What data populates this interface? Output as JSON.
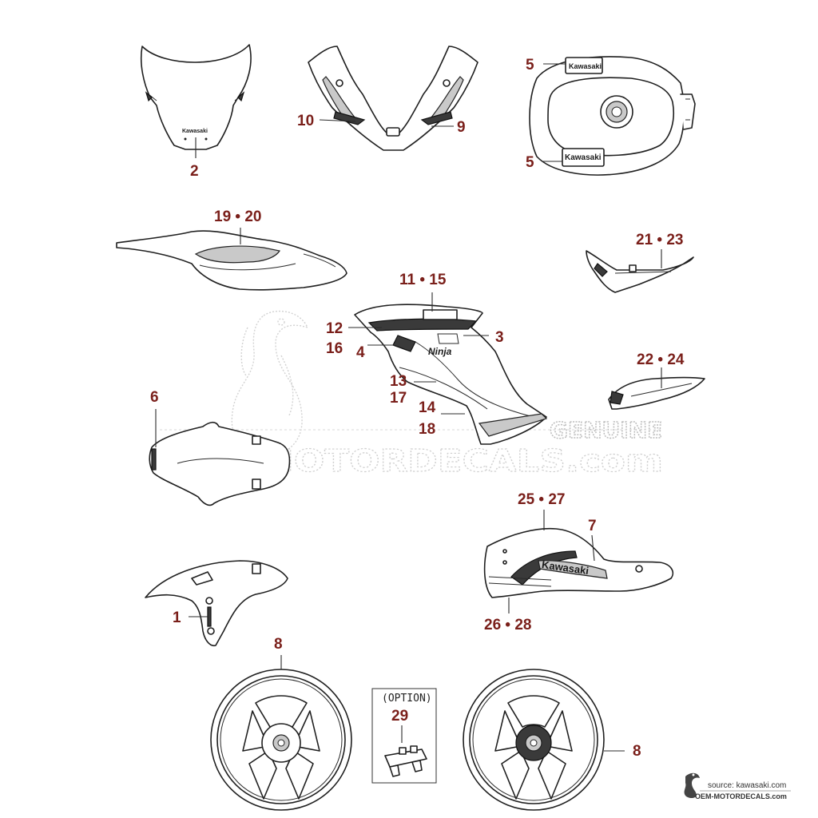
{
  "watermark": {
    "brand": "OEM-MOTORDECALS.com",
    "badge": "GENUINE"
  },
  "decals": {
    "windscreen": "Kawasaki",
    "tank_top": "Kawasaki",
    "tank_bottom": "Kawasaki",
    "lower_cowl": "Kawasaki",
    "fairing_model": "Ninja"
  },
  "callouts": {
    "c1": "1",
    "c2": "2",
    "c3": "3",
    "c4": "4",
    "c5a": "5",
    "c5b": "5",
    "c6": "6",
    "c7": "7",
    "c8a": "8",
    "c8b": "8",
    "c9": "9",
    "c10": "10",
    "c11_15": "11 • 15",
    "c12": "12",
    "c13": "13",
    "c14": "14",
    "c16": "16",
    "c17": "17",
    "c18": "18",
    "c19_20": "19 • 20",
    "c21_23": "21 • 23",
    "c22_24": "22 • 24",
    "c25_27": "25 • 27",
    "c26_28": "26 • 28",
    "c29": "29"
  },
  "option_box": {
    "label": "(OPTION)"
  },
  "footer": {
    "source": "source: kawasaki.com",
    "site": "OEM-MOTORDECALS.com"
  }
}
